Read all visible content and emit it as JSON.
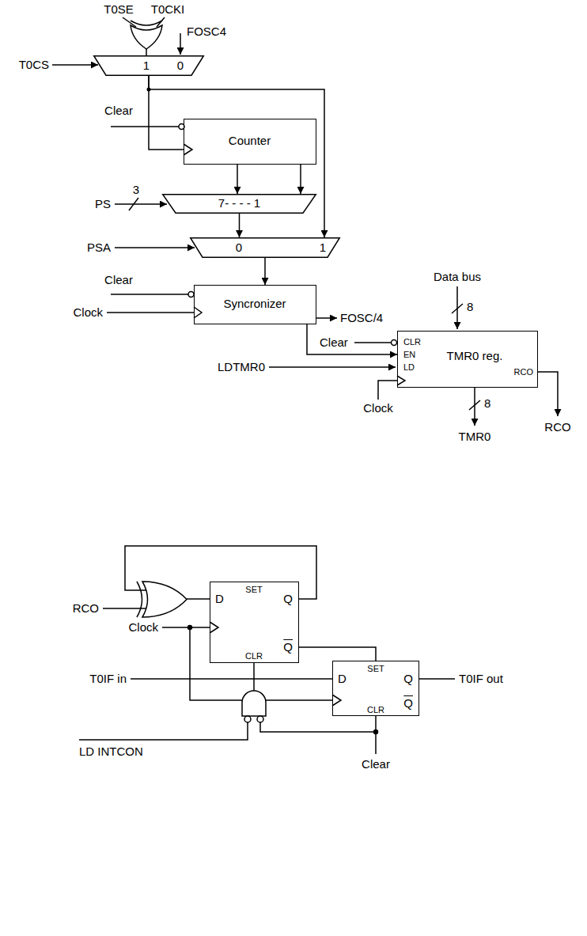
{
  "diagram": {
    "nodes": [
      {
        "text": [
          "1",
          "0"
        ]
      },
      {
        "text": [
          "Counter"
        ]
      },
      {
        "text": [
          "7- - - - 1"
        ]
      },
      {
        "text": [
          "0",
          "1"
        ]
      },
      {
        "text": [
          "Syncronizer"
        ]
      },
      {
        "text": [
          "CLR",
          "EN",
          "LD",
          "TMR0 reg.",
          "RCO"
        ]
      },
      {
        "text": [
          "SET",
          "D",
          "Q",
          "Q",
          "CLR"
        ]
      },
      {
        "text": [
          "SET",
          "D",
          "Q",
          "Q",
          "CLR"
        ]
      }
    ],
    "edges": [
      {
        "from": 0,
        "to": 1,
        "arrow": "none"
      },
      {
        "from": 0,
        "to": 3,
        "arrow": "to"
      },
      {
        "from": 1,
        "to": 2,
        "arrow": "to"
      },
      {
        "from": 1,
        "to": 2,
        "arrow": "to"
      },
      {
        "from": 2,
        "to": 3,
        "arrow": "to"
      },
      {
        "from": 3,
        "to": 4,
        "arrow": "to"
      },
      {
        "from": 4,
        "to": 5,
        "arrow": "to"
      },
      {
        "from": 6,
        "to": 7,
        "arrow": "none"
      }
    ],
    "labels": [
      "T0SE",
      "T0CKI",
      "FOSC4",
      "T0CS",
      "Clear",
      "PS",
      "3",
      "PSA",
      "Clear",
      "Clock",
      "FOSC/4",
      "Data bus",
      "8",
      "Clear",
      "LDTMR0",
      "Clock",
      "8",
      "RCO",
      "TMR0",
      "RCO",
      "Clock",
      "T0IF in",
      "T0IF out",
      "LD INTCON",
      "Clear"
    ]
  }
}
